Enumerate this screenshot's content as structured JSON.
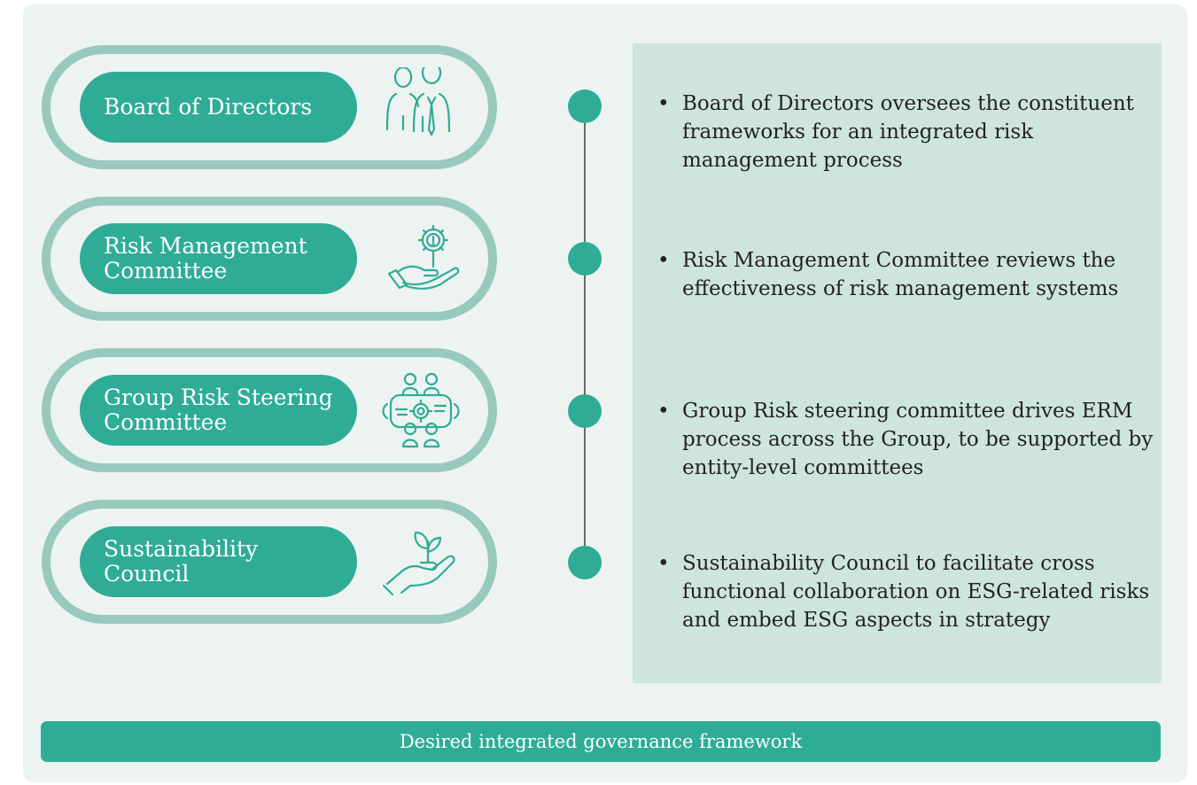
{
  "roles": [
    {
      "label": "Board of Directors",
      "icon": "people-icon"
    },
    {
      "label": "Risk Management Committee",
      "icon": "hand-gear-alert-icon"
    },
    {
      "label": "Group Risk Steering Committee",
      "icon": "team-gear-table-icon"
    },
    {
      "label": "Sustainability Council",
      "icon": "hand-plant-icon"
    }
  ],
  "descriptions": [
    "Board of Directors oversees the constituent frameworks for an integrated risk management process",
    "Risk Management Committee reviews the effectiveness of risk management systems",
    "Group Risk steering committee drives ERM process across the Group, to be supported by entity-level committees",
    "Sustainability Council to facilitate cross functional collaboration on ESG-related risks and embed ESG aspects in strategy"
  ],
  "bullet_char": "•",
  "footer": "Desired integrated governance framework",
  "colors": {
    "accent": "#2fac96",
    "pill_border": "#97c9bc",
    "background": "#edf3f1",
    "description_box": "#cde5de",
    "line": "#6a6a6a"
  }
}
